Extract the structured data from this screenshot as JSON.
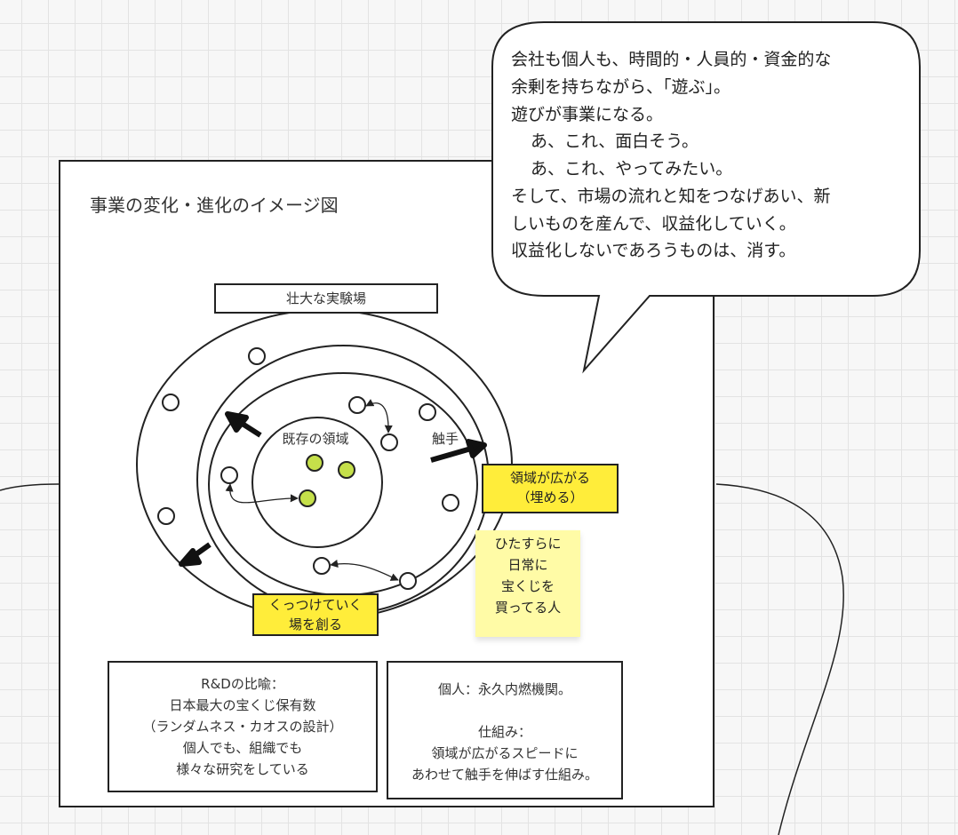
{
  "frame": {
    "title": "事業の変化・進化のイメージ図"
  },
  "speech_bubble": {
    "lines": [
      {
        "text": "会社も個人も、時間的・人員的・資金的な"
      },
      {
        "text": "余剰を持ちながら、「遊ぶ」。"
      },
      {
        "text": "遊びが事業になる。"
      },
      {
        "text": "あ、これ、面白そう。"
      },
      {
        "text": "あ、これ、やってみたい。"
      },
      {
        "text": "そして、市場の流れと知をつなげあい、新"
      },
      {
        "text": "しいものを産んで、収益化していく。"
      },
      {
        "text": "収益化しないであろうものは、消す。"
      }
    ]
  },
  "diagram": {
    "outer_label": "壮大な実験場",
    "core_label": "既存の領域",
    "tentacle_label": "触手",
    "expand_box": {
      "line1": "領域が広がる",
      "line2": "（埋める）"
    },
    "attach_box": {
      "line1": "くっつけていく",
      "line2": "場を創る"
    },
    "sticky_note": {
      "lines": [
        "ひたすらに",
        "日常に",
        "宝くじを",
        "買ってる人"
      ]
    }
  },
  "rd_box": {
    "lines": [
      "R&Dの比喩：",
      "日本最大の宝くじ保有数",
      "（ランダムネス・カオスの設計）",
      "個人でも、組織でも",
      "様々な研究をしている"
    ]
  },
  "mech_box": {
    "line1": "個人：永久内燃機関。",
    "line2": "仕組み：",
    "line3": "領域が広がるスピードに",
    "line4": "あわせて触手を伸ばす仕組み。"
  },
  "colors": {
    "seed_fill": "#c5e04a",
    "highlight": "#ffed3a",
    "sticky": "#fffba6"
  }
}
